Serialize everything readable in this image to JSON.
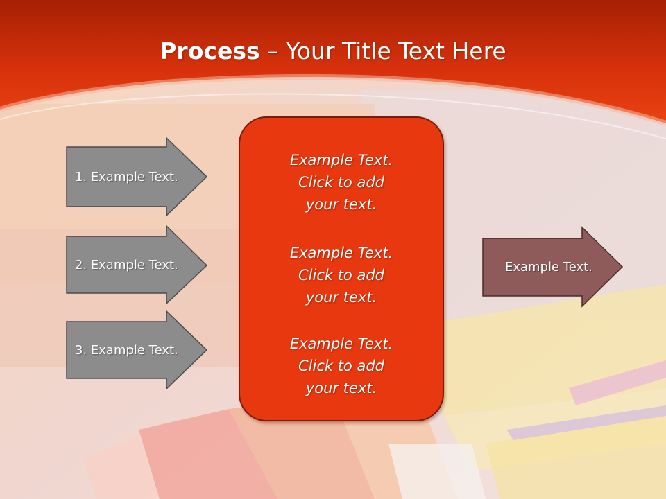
{
  "title": {
    "bold": "Process",
    "rest": " – Your Title Text Here"
  },
  "colors": {
    "header": "#e8380f",
    "center_box": "#e8380f",
    "left_arrows": "#8c8c8c",
    "right_arrow": "#8e5a5a",
    "text": "#ffffff"
  },
  "left_arrows": [
    {
      "label": "1. Example Text."
    },
    {
      "label": "2. Example Text."
    },
    {
      "label": "3. Example Text."
    }
  ],
  "center_box": {
    "blocks": [
      {
        "line1": "Example Text.",
        "line2": "Click  to add",
        "line3": "your text."
      },
      {
        "line1": "Example Text.",
        "line2": "Click  to add",
        "line3": "your text."
      },
      {
        "line1": "Example Text.",
        "line2": "Click  to add",
        "line3": "your text."
      }
    ]
  },
  "right_arrow": {
    "label": "Example Text."
  }
}
